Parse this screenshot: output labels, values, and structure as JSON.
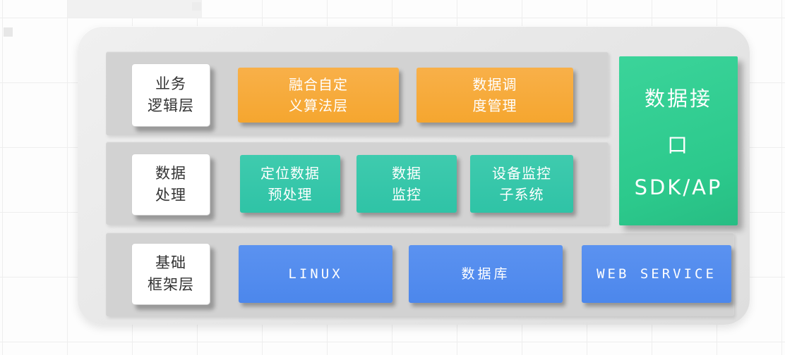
{
  "colors": {
    "bg": "#fdfdfd",
    "grid-line": "#eeeeee",
    "panel-bg": "#e6e6e6",
    "row-bg": "#d2d2d2",
    "label-bg": "#ffffff",
    "label-text": "#333333",
    "orange": "#f5a62f",
    "teal": "#2fc3a6",
    "blue": "#4c87ec",
    "green": "#2cc98c",
    "box-text": "#ffffff"
  },
  "layers": [
    {
      "label_lines": [
        "业务",
        "逻辑层"
      ],
      "boxes": [
        {
          "lines": [
            "融合自定",
            "义算法层"
          ]
        },
        {
          "lines": [
            "数据调",
            "度管理"
          ]
        }
      ]
    },
    {
      "label_lines": [
        "数据",
        "处理"
      ],
      "boxes": [
        {
          "lines": [
            "定位数据",
            "预处理"
          ]
        },
        {
          "lines": [
            "数据",
            "监控"
          ]
        },
        {
          "lines": [
            "设备监控",
            "子系统"
          ]
        }
      ]
    },
    {
      "label_lines": [
        "基础",
        "框架层"
      ],
      "boxes": [
        {
          "lines": [
            "LINUX"
          ]
        },
        {
          "lines": [
            "数据库"
          ]
        },
        {
          "lines": [
            "WEB SERVICE"
          ]
        }
      ]
    }
  ],
  "interface_box": {
    "lines": [
      "数据接",
      "口",
      "SDK/AP"
    ]
  }
}
